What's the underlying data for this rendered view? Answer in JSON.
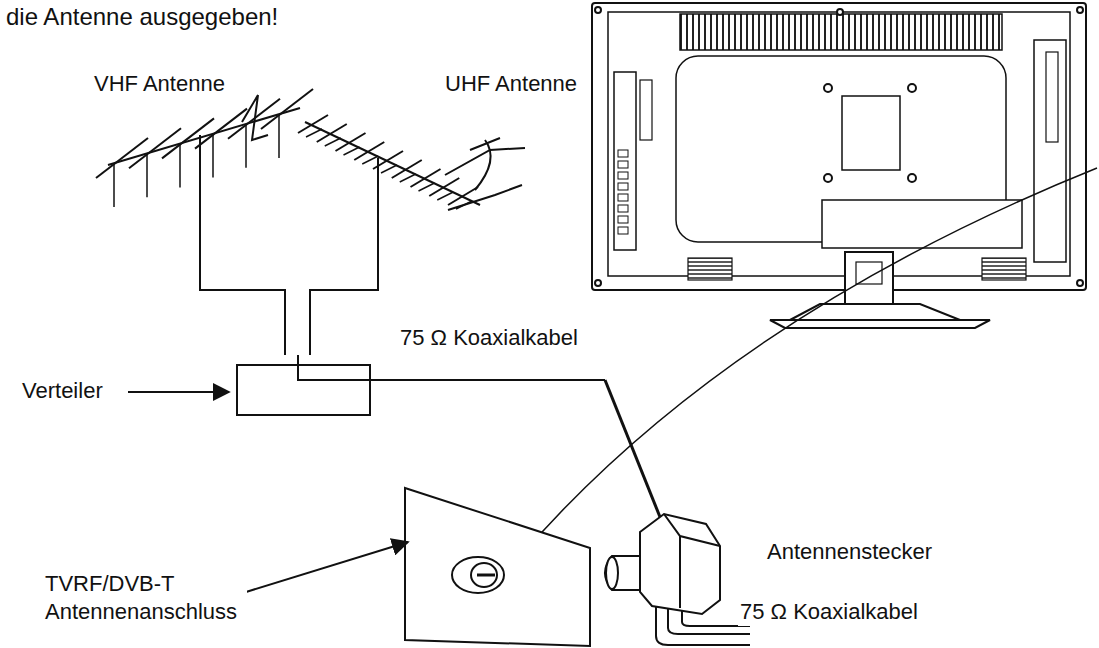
{
  "diagram": {
    "labels": [
      "die Antenne ausgegeben!",
      "VHF Antenne",
      "UHF Antenne",
      "75 Ω Koaxialkabel",
      "Verteiler",
      "Antennenstecker",
      "TVRF/DVB-T Antennenanschluss",
      "75 Ω Koaxialkabel"
    ]
  }
}
